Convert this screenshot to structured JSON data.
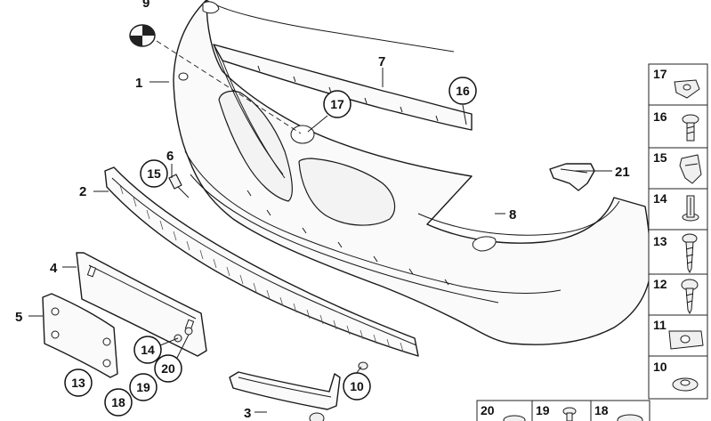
{
  "labels": {
    "l1": "1",
    "l2": "2",
    "l3": "3",
    "l4": "4",
    "l5": "5",
    "l6": "6",
    "l7": "7",
    "l8": "8",
    "l9": "9",
    "l21": "21"
  },
  "circles": {
    "c10": "10",
    "c13": "13",
    "c14": "14",
    "c15": "15",
    "c16": "16",
    "c17": "17",
    "c18": "18",
    "c19": "19",
    "c20": "20"
  },
  "legend": [
    {
      "number": "17",
      "icon": "clip-nut-icon"
    },
    {
      "number": "16",
      "icon": "screw-icon"
    },
    {
      "number": "15",
      "icon": "bracket-clip-icon"
    },
    {
      "number": "14",
      "icon": "expanding-rivet-icon"
    },
    {
      "number": "13",
      "icon": "self-tapping-screw-icon"
    },
    {
      "number": "12",
      "icon": "flange-screw-icon"
    },
    {
      "number": "11",
      "icon": "spring-nut-icon"
    },
    {
      "number": "10",
      "icon": "grommet-icon"
    }
  ],
  "bottom_legend": [
    {
      "number": "20",
      "icon": "cap-icon"
    },
    {
      "number": "19",
      "icon": "push-pin-icon"
    },
    {
      "number": "18",
      "icon": "plug-icon"
    }
  ],
  "colors": {
    "line": "#1a1a1a",
    "background": "#ffffff"
  }
}
